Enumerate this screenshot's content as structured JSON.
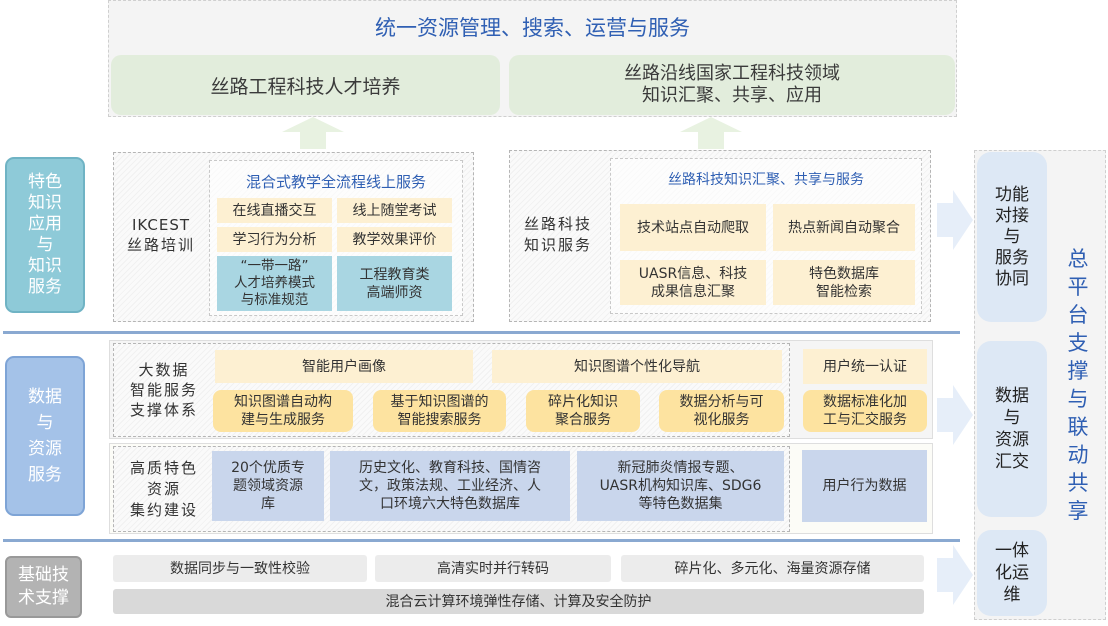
{
  "top": {
    "title": "统一资源管理、搜索、运营与服务",
    "goal_left": "丝路工程科技人才培养",
    "goal_right_line1": "丝路沿线国家工程科技领域",
    "goal_right_line2": "知识汇聚、共享、应用"
  },
  "layers": {
    "application": {
      "label_lines": [
        "特色",
        "知识",
        "应用",
        "与",
        "知识",
        "服务"
      ],
      "color": "#8ecad8",
      "training": {
        "name_line1": "IKCEST",
        "name_line2": "丝路培训",
        "panel_title": "混合式教学全流程线上服务",
        "cells": [
          "在线直播交互",
          "线上随堂考试",
          "学习行为分析",
          "教学效果评价"
        ],
        "blue_cells": [
          {
            "lines": [
              "“一带一路”",
              "人才培养模式",
              "与标准规范"
            ]
          },
          {
            "lines": [
              "工程教育类",
              "高端师资"
            ]
          }
        ]
      },
      "knowledge": {
        "name_line1": "丝路科技",
        "name_line2": "知识服务",
        "panel_title": "丝路科技知识汇聚、共享与服务",
        "cells": [
          {
            "lines": [
              "技术站点自动爬取"
            ]
          },
          {
            "lines": [
              "热点新闻自动聚合"
            ]
          },
          {
            "lines": [
              "UASR信息、科技",
              "成果信息汇聚"
            ]
          },
          {
            "lines": [
              "特色数据库",
              "智能检索"
            ]
          }
        ]
      }
    },
    "data": {
      "label_lines": [
        "数据",
        "与",
        "资源",
        "服务"
      ],
      "color": "#a4c2e8",
      "bigdata": {
        "name_lines": [
          "大数据",
          "智能服务",
          "支撑体系"
        ],
        "top_cells": [
          "智能用户画像",
          "知识图谱个性化导航"
        ],
        "bottom_cells": [
          {
            "lines": [
              "知识图谱自动构",
              "建与生成服务"
            ]
          },
          {
            "lines": [
              "基于知识图谱的",
              "智能搜索服务"
            ]
          },
          {
            "lines": [
              "碎片化知识",
              "聚合服务"
            ]
          },
          {
            "lines": [
              "数据分析与可",
              "视化服务"
            ]
          }
        ],
        "side_top": "用户统一认证",
        "side_bottom_lines": [
          "数据标准化加",
          "工与汇交服务"
        ]
      },
      "resources": {
        "name_lines": [
          "高质特色",
          "资源",
          "集约建设"
        ],
        "cells": [
          {
            "lines": [
              "20个优质专",
              "题领域资源",
              "库"
            ]
          },
          {
            "lines": [
              "历史文化、教育科技、国情咨",
              "文，政策法规、工业经济、人",
              "口环境六大特色数据库"
            ]
          },
          {
            "lines": [
              "新冠肺炎情报专题、",
              "UASR机构知识库、SDG6",
              "等特色数据集"
            ]
          }
        ],
        "side": "用户行为数据"
      }
    },
    "infra": {
      "label_lines": [
        "基础技",
        "术支撑"
      ],
      "color": "#b3b3b3",
      "row1": [
        "数据同步与一致性校验",
        "高清实时并行转码",
        "碎片化、多元化、海量资源存储"
      ],
      "row2": "混合云计算环境弹性存储、计算及安全防护"
    }
  },
  "platform": {
    "title_chars": [
      "总",
      "平",
      "台",
      "支",
      "撑",
      "与",
      "联",
      "动",
      "共",
      "享"
    ],
    "boxes": [
      {
        "lines": [
          "功能",
          "对接",
          "与",
          "服务",
          "协同"
        ]
      },
      {
        "lines": [
          "数据",
          "与",
          "资源",
          "汇交"
        ]
      },
      {
        "lines": [
          "一体",
          "化运",
          "维"
        ]
      }
    ]
  },
  "colors": {
    "accent_text": "#2f5fb3",
    "goal_green": "#e2eddc",
    "orange_cell": "#fdf0d2",
    "orange_round": "#fde3a0",
    "teal_cell": "#a9d6e2",
    "lavender_cell": "#c9d6ec",
    "platform_box": "#dde8f5",
    "divider": "#8aa9d1"
  }
}
